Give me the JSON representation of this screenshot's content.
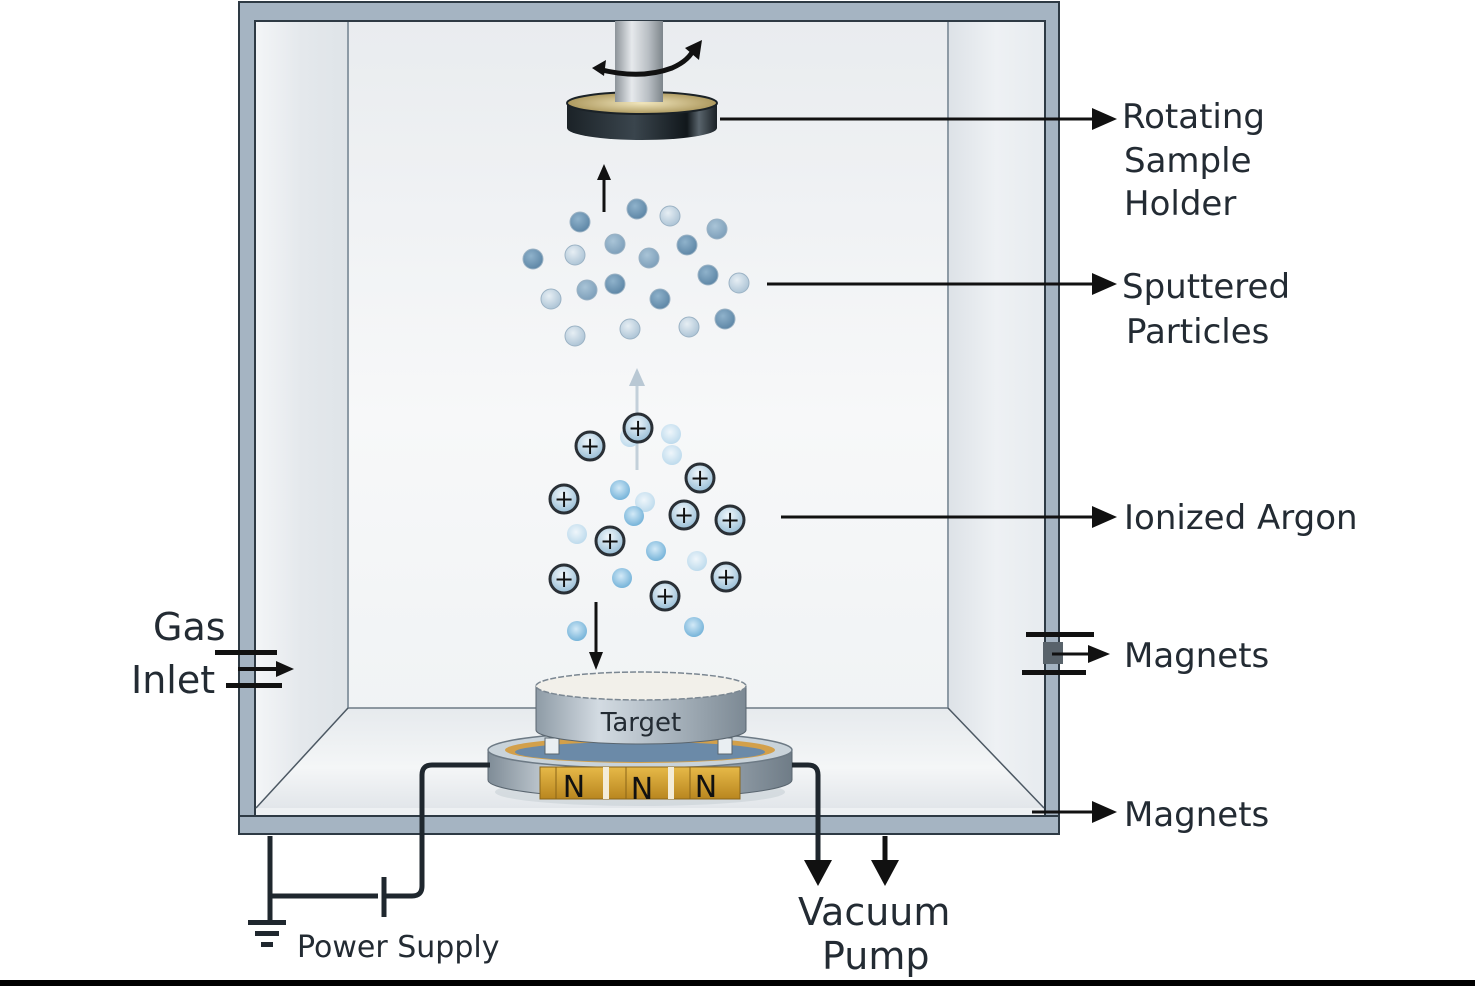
{
  "diagram": {
    "title": "Magnetron Sputtering Chamber",
    "colors": {
      "chamber_frame": "#a5b4c2",
      "chamber_outline": "#2e3a44",
      "chamber_interior": "#eef1f4",
      "arrow": "#111111",
      "label_text": "#232b33",
      "sputtered_particle_dark": "#6f95b3",
      "sputtered_particle_light": "#c6d8e6",
      "argon_ion_fill": "#bcd8ea",
      "magnet_gold": "#d7a432"
    },
    "labels": {
      "rotating_sample_holder": [
        "Rotating",
        "Sample",
        "Holder"
      ],
      "sputtered_particles": [
        "Sputtered",
        "Particles"
      ],
      "ionized_argon": "Ionized Argon",
      "magnets_side": "Magnets",
      "magnets_bottom": "Magnets",
      "gas_inlet": [
        "Gas",
        "Inlet"
      ],
      "target": "Target",
      "power_supply": "Power Supply",
      "vacuum_pump": [
        "Vacuum",
        "Pump"
      ]
    },
    "magnet_poles": [
      "N",
      "N",
      "N"
    ],
    "ion_symbol": "+",
    "icons": {
      "rotation": "rotation-arrow-icon",
      "ground": "ground-icon",
      "capacitor": "power-supply-icon"
    }
  }
}
